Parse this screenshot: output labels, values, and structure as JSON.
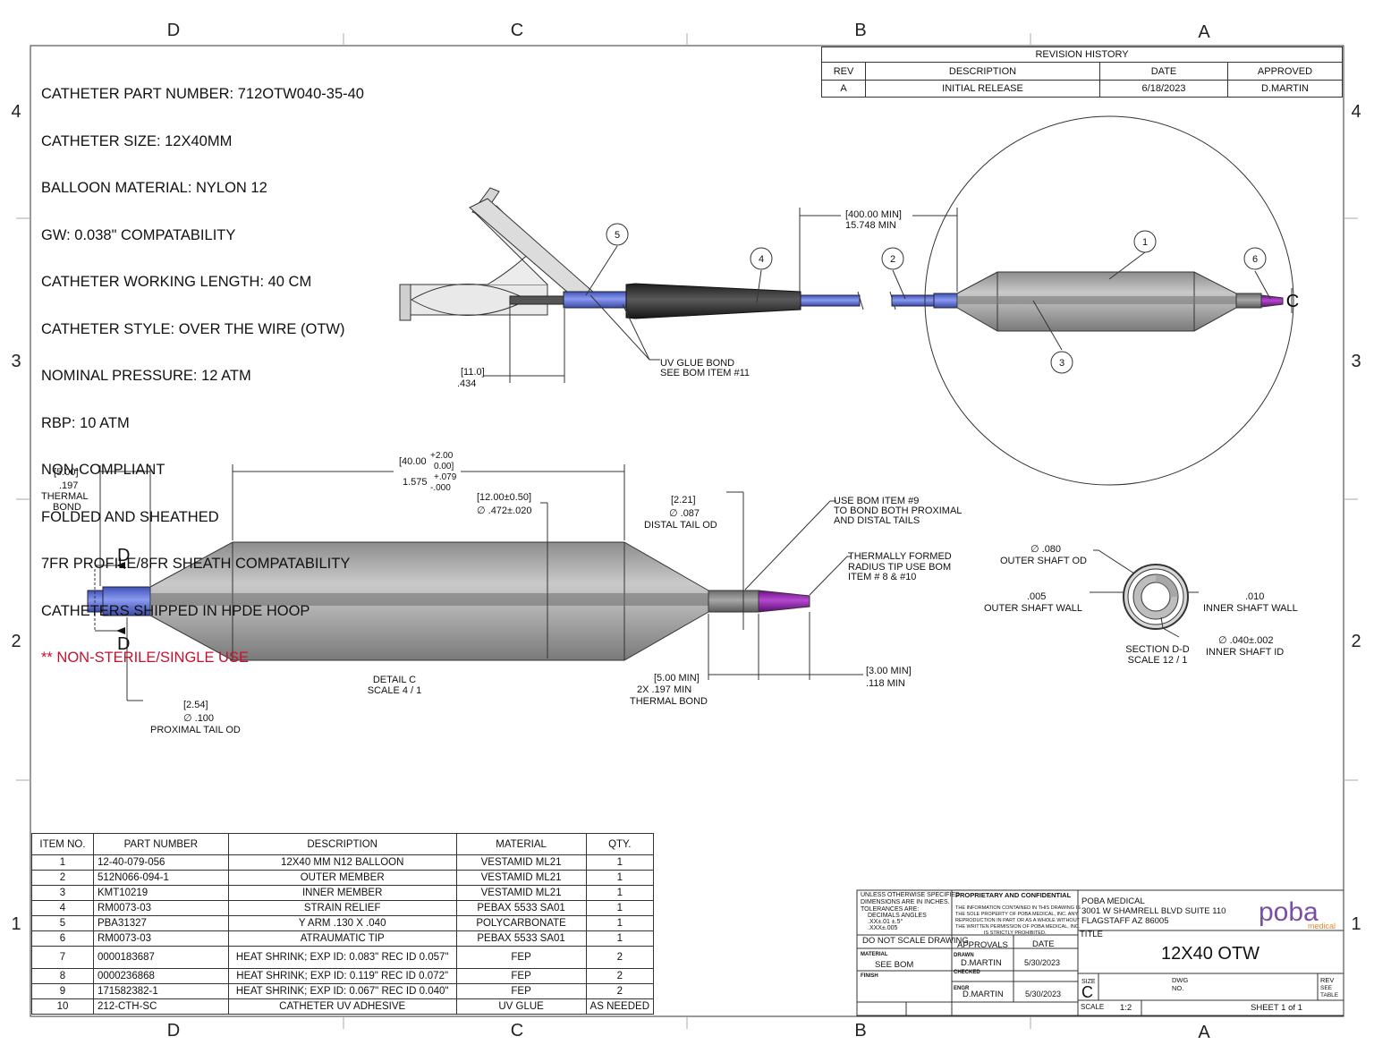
{
  "zones": {
    "top": [
      "D",
      "C",
      "B",
      "A"
    ],
    "bottom": [
      "D",
      "C",
      "B",
      "A"
    ],
    "left": [
      "4",
      "3",
      "2",
      "1"
    ],
    "right": [
      "4",
      "3",
      "2",
      "1"
    ]
  },
  "notes": [
    "CATHETER PART NUMBER: 712OTW040-35-40",
    "CATHETER SIZE: 12X40MM",
    "BALLOON MATERIAL: NYLON 12",
    "GW: 0.038\" COMPATABILITY",
    "CATHETER WORKING LENGTH: 40 CM",
    "CATHETER STYLE: OVER THE WIRE (OTW)",
    "NOMINAL PRESSURE: 12 ATM",
    "RBP: 10 ATM",
    "NON-COMPLIANT",
    "FOLDED AND SHEATHED",
    "7FR PROFILE/8FR SHEATH COMPATABILITY",
    "CATHETERS SHIPPED IN HPDE HOOP"
  ],
  "notes_warning": "** NON-STERILE/SINGLE USE",
  "revision": {
    "title": "REVISION HISTORY",
    "headers": [
      "REV",
      "DESCRIPTION",
      "DATE",
      "APPROVED"
    ],
    "rows": [
      [
        "A",
        "INITIAL RELEASE",
        "6/18/2023",
        "D.MARTIN"
      ]
    ]
  },
  "bom": {
    "headers": [
      "ITEM NO.",
      "PART NUMBER",
      "DESCRIPTION",
      "MATERIAL",
      "QTY."
    ],
    "rows": [
      [
        "1",
        "12-40-079-056",
        "12X40 MM N12 BALLOON",
        "VESTAMID ML21",
        "1"
      ],
      [
        "2",
        "512N066-094-1",
        "OUTER MEMBER",
        "VESTAMID ML21",
        "1"
      ],
      [
        "3",
        "KMT10219",
        "INNER MEMBER",
        "VESTAMID ML21",
        "1"
      ],
      [
        "4",
        "RM0073-03",
        "STRAIN RELIEF",
        "PEBAX 5533 SA01",
        "1"
      ],
      [
        "5",
        "PBA31327",
        "Y ARM .130 X  .040",
        "POLYCARBONATE",
        "1"
      ],
      [
        "6",
        "RM0073-03",
        "ATRAUMATIC TIP",
        "PEBAX 5533 SA01",
        "1"
      ],
      [
        "7",
        "0000183687",
        "HEAT SHRINK; EXP ID: 0.083\" REC ID 0.057\"",
        "FEP",
        "2"
      ],
      [
        "8",
        "0000236868",
        "HEAT SHRINK; EXP ID: 0.119\" REC ID 0.072\"",
        "FEP",
        "2"
      ],
      [
        "9",
        "171582382-1",
        "HEAT SHRINK; EXP ID: 0.067\" REC ID 0.040\"",
        "FEP",
        "2"
      ],
      [
        "10",
        "212-CTH-SC",
        "CATHETER UV ADHESIVE",
        "UV GLUE",
        "AS NEEDED"
      ]
    ]
  },
  "top_view": {
    "balloons": [
      "1",
      "2",
      "3",
      "4",
      "5",
      "6"
    ],
    "dim_y_arm": [
      "[11.0]",
      ".434"
    ],
    "dim_min": [
      "[400.00 MIN]",
      "15.748 MIN"
    ],
    "uv_note": [
      "UV GLUE BOND",
      "SEE BOM ITEM #11"
    ],
    "detail_letter": "C"
  },
  "detail": {
    "thermal_bond": [
      "[5.00]",
      ".197",
      "THERMAL",
      "BOND"
    ],
    "balloon_length": [
      "[40.00",
      "+2.00",
      "0.00]",
      "1.575",
      "+.079",
      "-.000"
    ],
    "balloon_od": [
      "[12.00±0.50]",
      "∅ .472±.020"
    ],
    "distal_tail": [
      "[2.21]",
      "∅ .087",
      "DISTAL TAIL OD"
    ],
    "bond_note": [
      "USE BOM ITEM #9",
      "TO BOND BOTH PROXIMAL",
      "AND DISTAL TAILS"
    ],
    "tip_note": [
      "THERMALLY FORMED",
      "RADIUS TIP USE BOM",
      "ITEM # 8 & #10"
    ],
    "section_marker": "D",
    "title": [
      "DETAIL C",
      "SCALE 4 / 1"
    ],
    "prox_tail": [
      "[2.54]",
      "∅ .100",
      "PROXIMAL TAIL OD"
    ],
    "thermal_bond_2x": [
      "[5.00 MIN]",
      "2X  .197 MIN",
      "THERMAL BOND"
    ],
    "tip_len": [
      "[3.00 MIN]",
      ".118 MIN"
    ]
  },
  "section": {
    "outer_od": [
      "∅ .080",
      "OUTER SHAFT OD"
    ],
    "outer_wall": [
      ".005",
      "OUTER SHAFT WALL"
    ],
    "inner_wall": [
      ".010",
      "INNER SHAFT WALL"
    ],
    "inner_id": [
      "∅ .040±.002",
      "INNER SHAFT ID"
    ],
    "title": [
      "SECTION D-D",
      "SCALE 12 / 1"
    ]
  },
  "title_block": {
    "tolerances": [
      "UNLESS OTHERWISE SPECIFIED",
      "DIMENSIONS ARE IN INCHES.",
      "TOLERANCES ARE:",
      "DECIMALS  ANGLES",
      ".XX±.01   ±.5°",
      ".XXX±.005"
    ],
    "do_not_scale": "DO NOT SCALE DRAWING",
    "material_label": "MATERIAL",
    "material": "SEE BOM",
    "finish_label": "FINISH",
    "proprietary_title": "PROPRIETARY AND CONFIDENTIAL",
    "proprietary_text": [
      "THE INFORMATION CONTAINED IN THIS DRAWING IS",
      "THE SOLE PROPERTY OF POBA MEDICAL, INC. ANY",
      "REPRODUCTION IN PART OR AS A WHOLE WITHOUT",
      "THE WRITTEN PERMISSION OF POBA MEDICAL, INC.",
      "IS STRICTLY PROHIBITED."
    ],
    "approvals": "APPROVALS",
    "date": "DATE",
    "drawn_label": "DRAWN",
    "drawn_by": "D.MARTIN",
    "drawn_date": "5/30/2023",
    "checked_label": "CHECKED",
    "engr_label": "ENGR",
    "engr_by": "D.MARTIN",
    "engr_date": "5/30/2023",
    "company": [
      "POBA MEDICAL",
      "3001 W SHAMRELL BLVD SUITE 110",
      "FLAGSTAFF AZ 86005"
    ],
    "logo": "poba",
    "logo_sub": "medical",
    "title_label": "TITLE",
    "title": "12X40 OTW",
    "size_label": "SIZE",
    "size": "C",
    "dwg_label": [
      "DWG",
      "NO."
    ],
    "rev_label": [
      "REV",
      "SEE",
      "TABLE"
    ],
    "scale_label": "SCALE",
    "scale": "1:2",
    "sheet": "SHEET 1 of 1"
  },
  "colors": {
    "balloon": "#a9a9a9",
    "shaft_blue": "#5b6fd6",
    "tip_purple": "#8e1ea6",
    "strain_relief": "#2b2b2b",
    "warning": "#c8102e",
    "logo": "#7b4ea3",
    "logo_accent": "#e28a2c"
  }
}
